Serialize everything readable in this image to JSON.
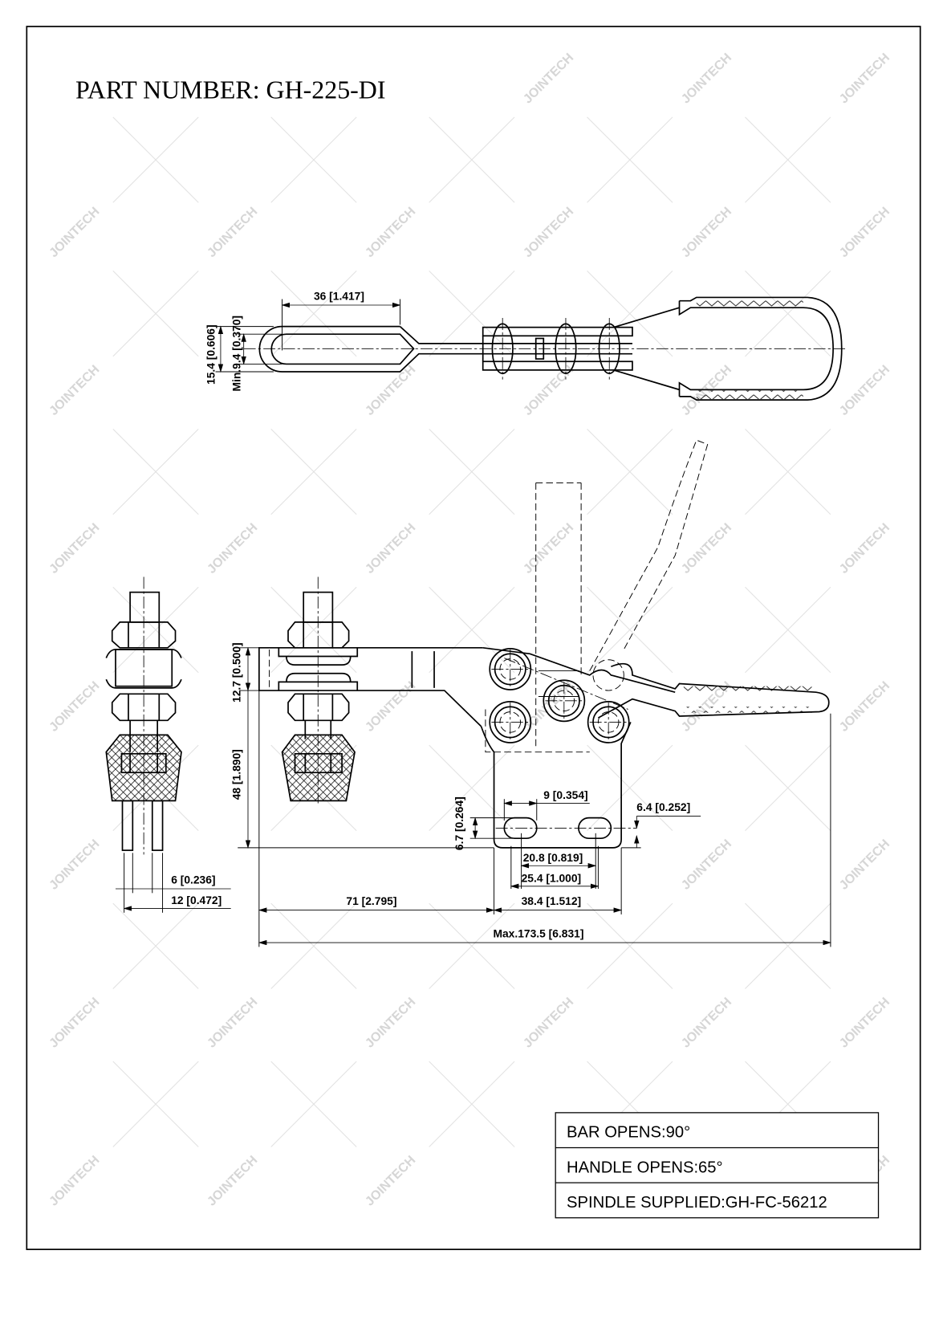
{
  "title": "PART NUMBER:  GH-225-DI",
  "watermark": "JOINTECH",
  "top_view": {
    "length_dim": "36 [1.417]",
    "outer_width_dim": "15.4 [0.606]",
    "inner_width_dim": "Min.9.4 [0.370]"
  },
  "side_view": {
    "bar_thickness_dim": "12.7 [0.500]",
    "height_dim": "48 [1.890]",
    "slot_width_dim": "6.7 [0.264]",
    "slot_length_dim": "9 [0.354]",
    "slot_edge_dim": "6.4 [0.252]",
    "hole_spacing_inner_dim": "20.8 [0.819]",
    "hole_spacing_dim": "25.4 [1.000]",
    "base_width_dim": "38.4 [1.512]",
    "reach_dim": "71 [2.795]",
    "overall_length_dim": "Max.173.5 [6.831]"
  },
  "spindle_view": {
    "leg_dim": "6 [0.236]",
    "width_dim": "12 [0.472]"
  },
  "spec_table": [
    "BAR OPENS:90°",
    "HANDLE OPENS:65°",
    "SPINDLE SUPPLIED:GH-FC-56212"
  ]
}
